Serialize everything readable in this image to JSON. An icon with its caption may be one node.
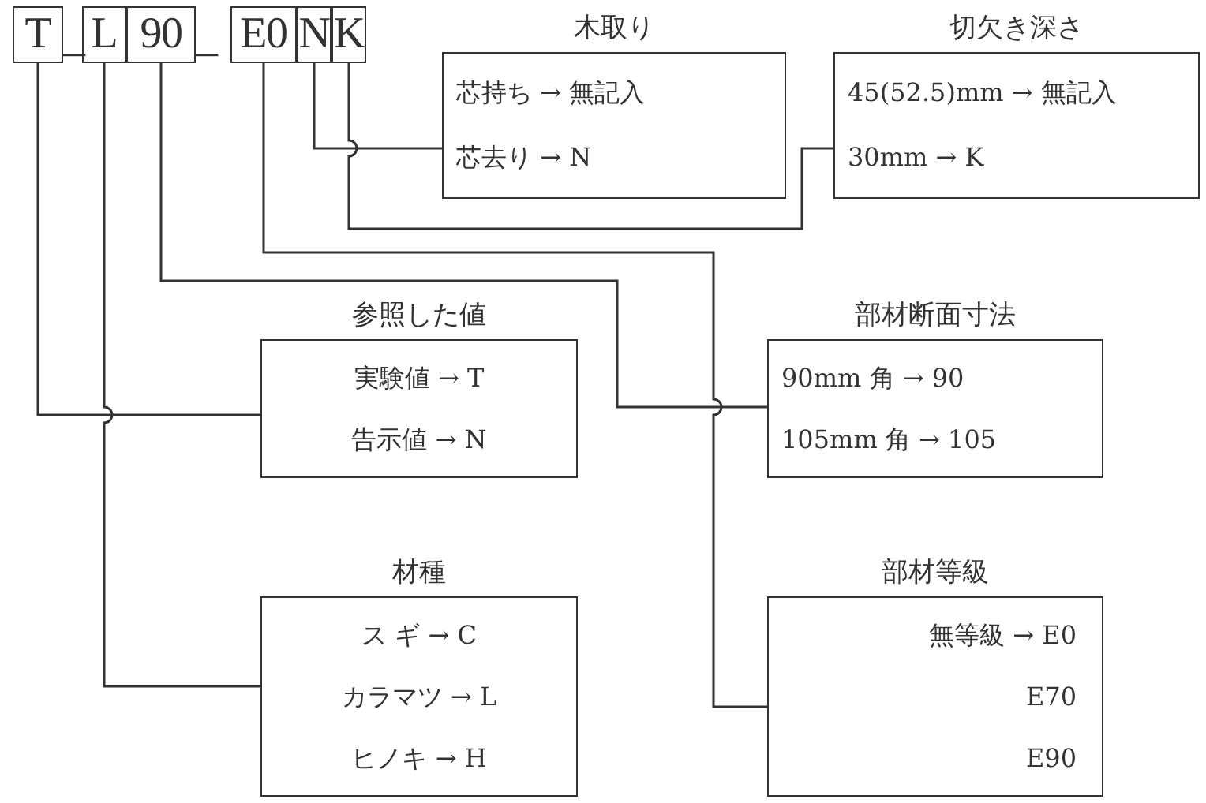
{
  "diagram": {
    "nodes": [
      {
        "text": [
          "T"
        ]
      },
      {
        "text": [
          "L"
        ]
      },
      {
        "text": [
          "90"
        ]
      },
      {
        "text": [
          "E0"
        ]
      },
      {
        "text": [
          "N"
        ]
      },
      {
        "text": [
          "K"
        ]
      },
      {
        "text": [
          "木取り",
          "芯持ち → 無記入",
          "芯去り → N"
        ]
      },
      {
        "text": [
          "切欠き深さ",
          "45(52.5)mm → 無記入",
          "30mm → K"
        ]
      },
      {
        "text": [
          "参照した値",
          "実験値 → T",
          "告示値 → N"
        ]
      },
      {
        "text": [
          "部材断面寸法",
          "90mm 角 → 90",
          "105mm 角 → 105"
        ]
      },
      {
        "text": [
          "材種",
          "ス ギ → C",
          "カラマツ → L",
          "ヒノキ → H"
        ]
      },
      {
        "text": [
          "部材等級",
          "無等級 → E0",
          "E70",
          "E90"
        ]
      }
    ],
    "edges": [
      {
        "from": 0,
        "to": 8,
        "arrow": "none"
      },
      {
        "from": 1,
        "to": 10,
        "arrow": "none"
      },
      {
        "from": 2,
        "to": 9,
        "arrow": "none"
      },
      {
        "from": 3,
        "to": 11,
        "arrow": "none"
      },
      {
        "from": 4,
        "to": 6,
        "arrow": "none"
      },
      {
        "from": 5,
        "to": 7,
        "arrow": "none"
      }
    ],
    "labels": [
      "_",
      "_"
    ]
  }
}
